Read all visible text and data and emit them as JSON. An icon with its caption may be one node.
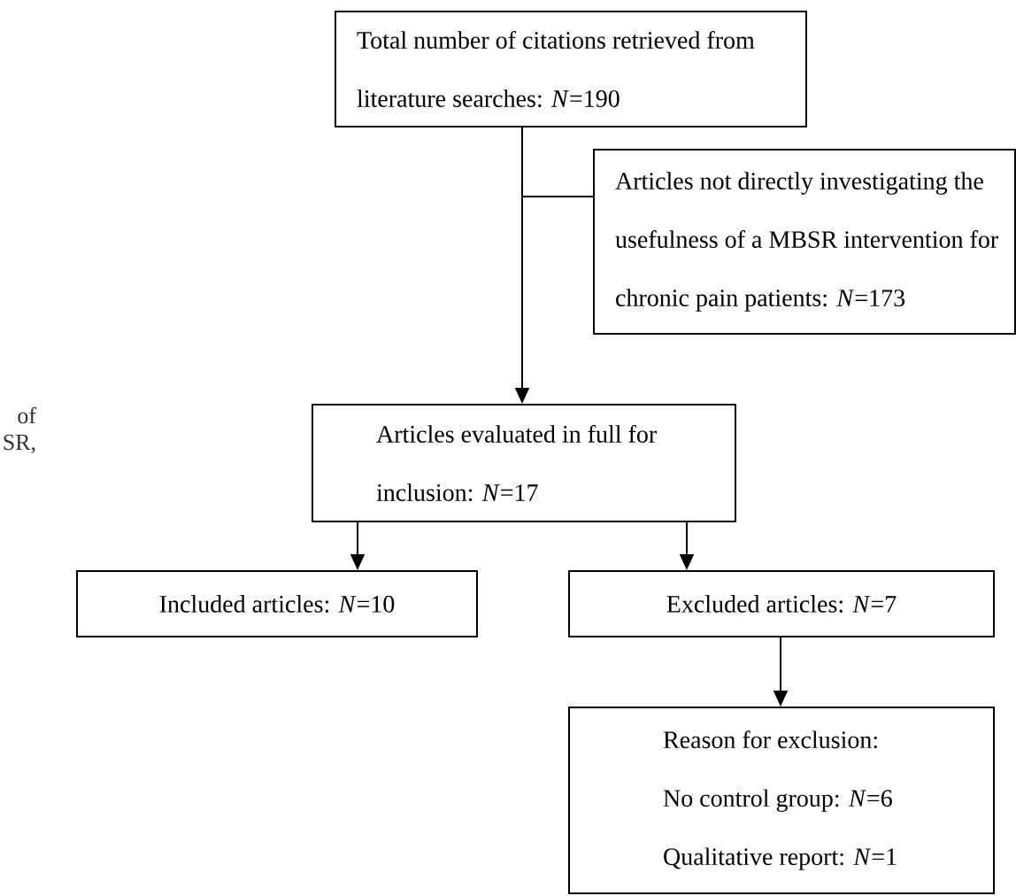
{
  "diagram": {
    "nodes": [
      {
        "text": [
          "Total number of citations retrieved from literature searches: *N*=190"
        ]
      },
      {
        "text": [
          "Articles not directly investigating the usefulness of a MBSR intervention for chronic pain patients: *N*=173"
        ]
      },
      {
        "text": [
          "Articles evaluated in full for inclusion: *N*=17"
        ]
      },
      {
        "text": [
          "Included articles: *N*=10"
        ]
      },
      {
        "text": [
          "Excluded articles: *N*=7"
        ]
      },
      {
        "text": [
          "Reason for exclusion:",
          "No control group: *N*=6",
          "Qualitative report: *N*=1"
        ]
      }
    ],
    "edges": [
      {
        "from": 0,
        "to": 2,
        "arrow": "to"
      },
      {
        "from": 0,
        "to": 1,
        "arrow": "none"
      },
      {
        "from": 2,
        "to": 3,
        "arrow": "to"
      },
      {
        "from": 2,
        "to": 4,
        "arrow": "to"
      },
      {
        "from": 4,
        "to": 5,
        "arrow": "to"
      }
    ],
    "labels": [
      "of",
      "SR,"
    ]
  }
}
